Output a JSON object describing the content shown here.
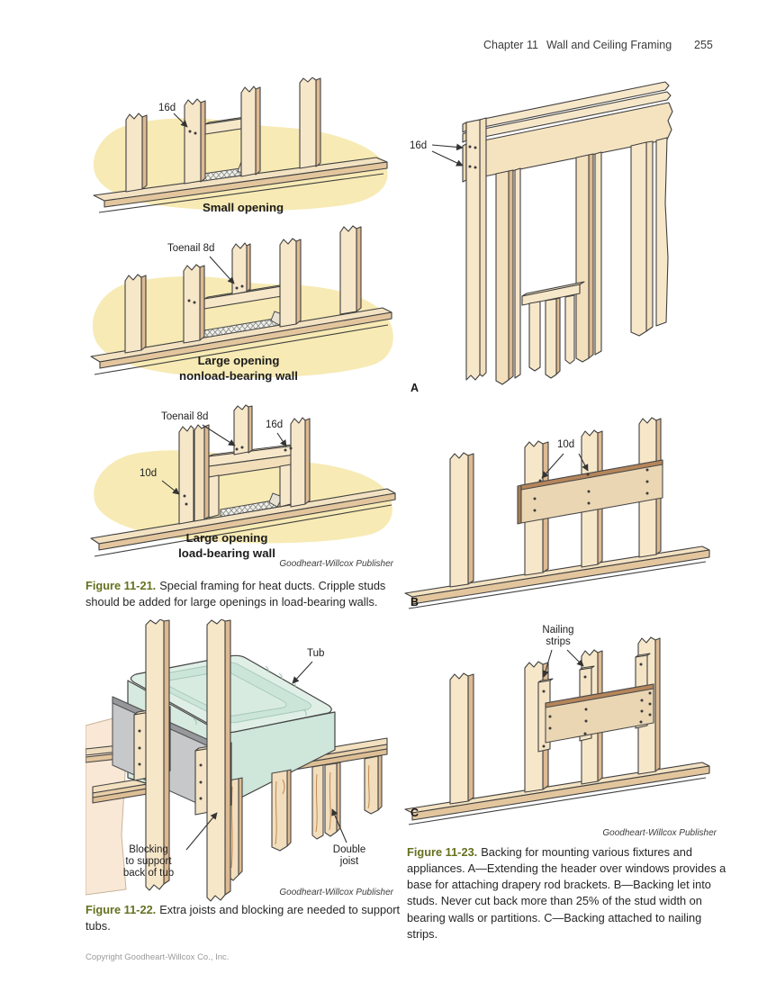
{
  "header": {
    "chapter": "Chapter 11",
    "title": "Wall and Ceiling Framing",
    "page_number": "255"
  },
  "colors": {
    "caption_accent_olive": "#65701E",
    "background_blob_yellow": "#F7EAB4",
    "wood_face": "#F7E7C9",
    "wood_side": "#DDBA92",
    "tub_mint": "#DFEFE6",
    "backing_board_tan": "#EBD6B3",
    "gray_blocking_panel": "#C6C8CA"
  },
  "fig21": {
    "sub_small": {
      "label_16d": "16d",
      "caption": "Small opening"
    },
    "sub_nonload": {
      "label_toenail": "Toenail 8d",
      "caption": "Large opening\nnonload-bearing wall"
    },
    "sub_load": {
      "label_toenail": "Toenail 8d",
      "label_16d": "16d",
      "label_10d": "10d",
      "caption": "Large opening\nload-bearing wall"
    },
    "credit": "Goodheart-Willcox Publisher",
    "caption_label": "Figure 11-21.",
    "caption_text": "Special framing for heat ducts. Cripple studs should be added for large openings in load-bearing walls."
  },
  "fig22": {
    "label_tub": "Tub",
    "label_blocking": "Blocking\nto support\nback of tub",
    "label_double_joist": "Double\njoist",
    "credit": "Goodheart-Willcox Publisher",
    "caption_label": "Figure 11-22.",
    "caption_text": "Extra joists and blocking are needed to support tubs."
  },
  "fig23": {
    "label_a": "A",
    "label_b": "B",
    "label_c": "C",
    "label_16d": "16d",
    "label_10d": "10d",
    "label_nailing_strips": "Nailing\nstrips",
    "credit": "Goodheart-Willcox Publisher",
    "caption_label": "Figure 11-23.",
    "caption_text": "Backing for mounting various fixtures and appliances. A—Extending the header over windows provides a base for attaching drapery rod brackets. B—Backing let into studs. Never cut back more than 25% of the stud width on bearing walls or partitions. C—Backing attached to nailing strips."
  },
  "footer": {
    "copyright": "Copyright Goodheart-Willcox Co., Inc."
  }
}
